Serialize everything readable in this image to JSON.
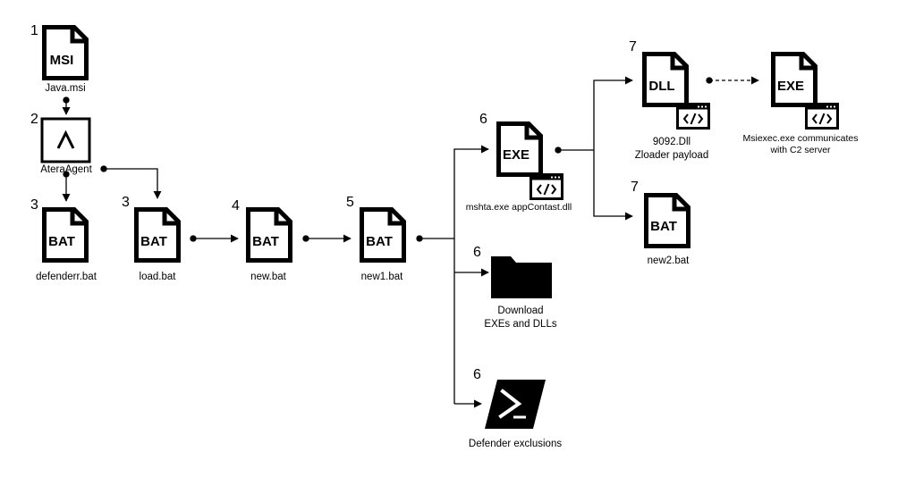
{
  "steps": {
    "s1": "1",
    "s2": "2",
    "s3a": "3",
    "s3b": "3",
    "s4": "4",
    "s5": "5",
    "s6a": "6",
    "s6b": "6",
    "s6c": "6",
    "s7a": "7",
    "s7b": "7"
  },
  "nodes": {
    "java_msi": {
      "icon_text": "MSI",
      "label": "Java.msi"
    },
    "atera_agent": {
      "icon_text": "Λ",
      "label": "AteraAgent"
    },
    "defenderr_bat": {
      "icon_text": "BAT",
      "label": "defenderr.bat"
    },
    "load_bat": {
      "icon_text": "BAT",
      "label": "load.bat"
    },
    "new_bat": {
      "icon_text": "BAT",
      "label": "new.bat"
    },
    "new1_bat": {
      "icon_text": "BAT",
      "label": "new1.bat"
    },
    "mshta_exe": {
      "icon_text": "EXE",
      "label": "mshta.exe appContast.dll"
    },
    "download": {
      "label_line1": "Download",
      "label_line2": "EXEs and DLLs"
    },
    "defender_exclusions": {
      "label": "Defender exclusions"
    },
    "dll_9092": {
      "icon_text": "DLL",
      "label_line1": "9092.Dll",
      "label_line2": "Zloader payload"
    },
    "new2_bat": {
      "icon_text": "BAT",
      "label": "new2.bat"
    },
    "msiexec_exe": {
      "icon_text": "EXE",
      "label_line1": "Msiexec.exe communicates",
      "label_line2": "with C2 server"
    }
  }
}
